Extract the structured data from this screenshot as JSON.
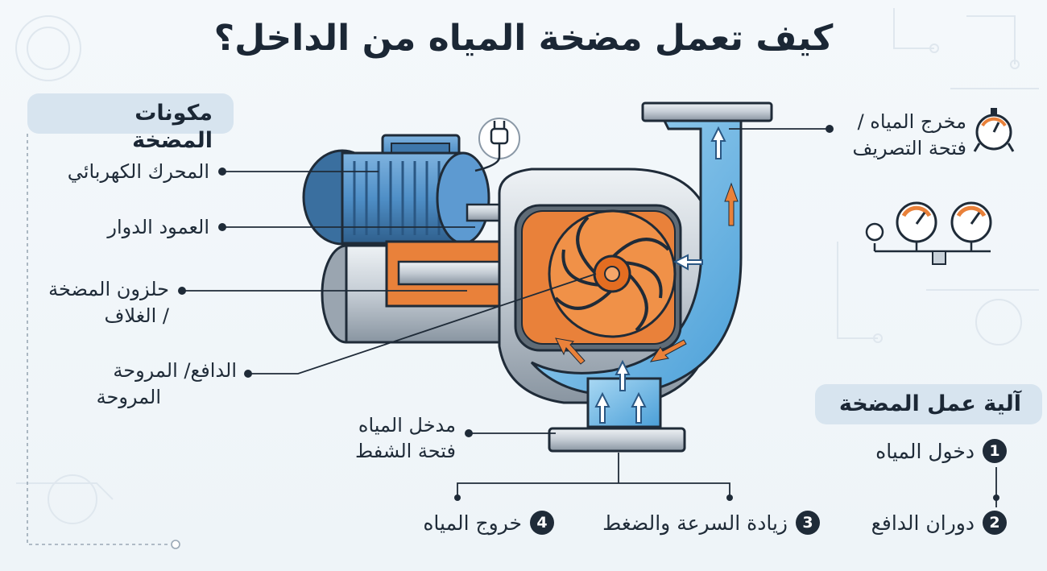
{
  "title": "كيف تعمل مضخة المياه من الداخل؟",
  "components": {
    "heading": "مكونات المضخة",
    "motor": "المحرك الكهربائي",
    "shaft": "العمود الدوار",
    "casing_line1": "حلزون المضخة",
    "casing_line2": "/ الغلاف",
    "impeller_line1": "الدافع/ المروحة",
    "impeller_line2": "المروحة",
    "inlet_line1": "مدخل المياه",
    "inlet_line2": "فتحة الشفط",
    "outlet_line1": "مخرج المياه /",
    "outlet_line2": "فتحة التصريف"
  },
  "mechanism": {
    "heading": "آلية عمل المضخة",
    "steps": [
      {
        "num": "1",
        "label": "دخول المياه"
      },
      {
        "num": "2",
        "label": "دوران الدافع"
      },
      {
        "num": "3",
        "label": "زيادة السرعة والضغط"
      },
      {
        "num": "4",
        "label": "خروج المياه"
      }
    ]
  },
  "colors": {
    "water": "#6fb7e6",
    "impeller": "#e9813a",
    "motor": "#4f8fc7",
    "casing": "#c9d2da",
    "dark": "#1f2b38"
  },
  "icons": [
    "plug-icon",
    "pressure-gauge-icon",
    "gauge-panel-icon"
  ]
}
